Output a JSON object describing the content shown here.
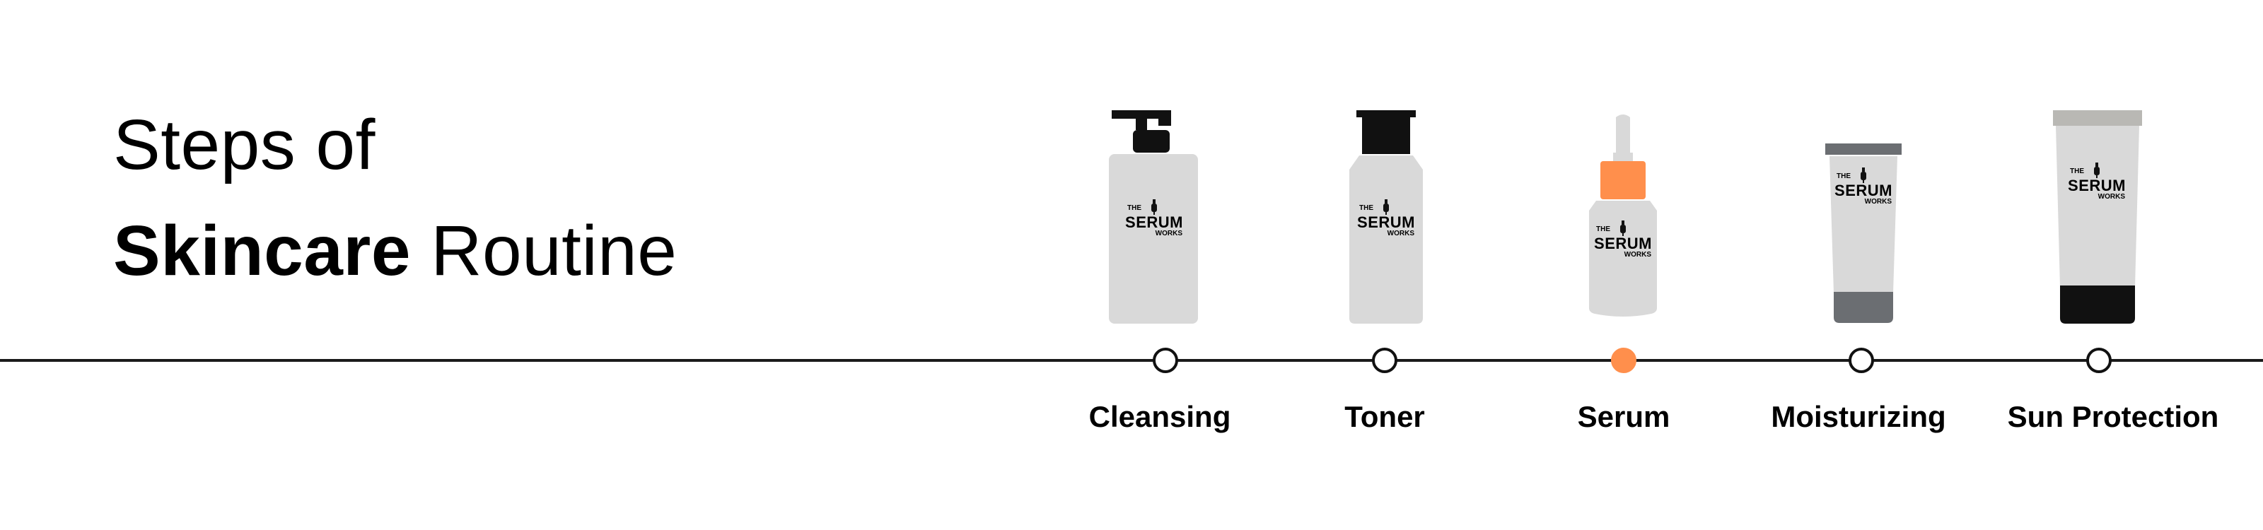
{
  "heading": {
    "line1": "Steps of",
    "line2_bold": "Skincare",
    "line2_rest": " Routine"
  },
  "brand": {
    "the": "THE",
    "serum": "SERUM",
    "works": "WORKS"
  },
  "steps": [
    {
      "label": "Cleansing",
      "product": "pump-bottle",
      "active": false
    },
    {
      "label": "Toner",
      "product": "toner-bottle",
      "active": false
    },
    {
      "label": "Serum",
      "product": "dropper-bottle",
      "active": true
    },
    {
      "label": "Moisturizing",
      "product": "tube",
      "active": false
    },
    {
      "label": "Sun Protection",
      "product": "sunscreen-tube",
      "active": false
    }
  ],
  "colors": {
    "accent": "#ff8f4c",
    "bottle": "#d9d9d9",
    "dark": "#111111",
    "cap_gray": "#6b6e72",
    "cap_light": "#b9b8b4"
  }
}
